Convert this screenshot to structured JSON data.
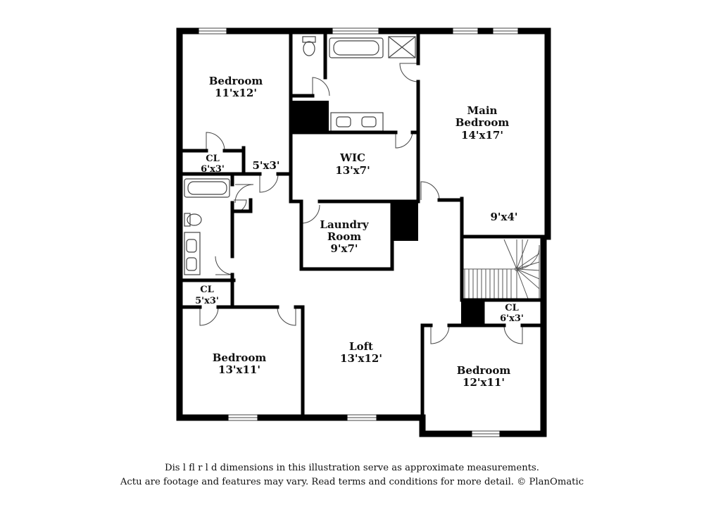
{
  "rooms": {
    "bedroom_top_left": {
      "name": "Bedroom",
      "size": "11'x12'"
    },
    "closet_top_left": {
      "name": "CL",
      "size": "6'x3'"
    },
    "hall_closet": {
      "size": "5'x3'"
    },
    "wic": {
      "name": "WIC",
      "size": "13'x7'"
    },
    "main_bedroom": {
      "name_line1": "Main",
      "name_line2": "Bedroom",
      "size": "14'x17'"
    },
    "main_alcove": {
      "size": "9'x4'"
    },
    "laundry": {
      "name_line1": "Laundry",
      "name_line2": "Room",
      "size": "9'x7'"
    },
    "closet_left": {
      "name": "CL",
      "size": "5'x3'"
    },
    "closet_right": {
      "name": "CL",
      "size": "6'x3'"
    },
    "bedroom_bottom_left": {
      "name": "Bedroom",
      "size": "13'x11'"
    },
    "loft": {
      "name": "Loft",
      "size": "13'x12'"
    },
    "bedroom_bottom_right": {
      "name": "Bedroom",
      "size": "12'x11'"
    }
  },
  "disclaimer": {
    "line1": "Dis       l  fl  r  l  d dimensions in this illustration serve as approximate measurements.",
    "line2": "Actu    are footage and features may vary. Read terms and conditions for more detail. © PlanOmatic"
  }
}
